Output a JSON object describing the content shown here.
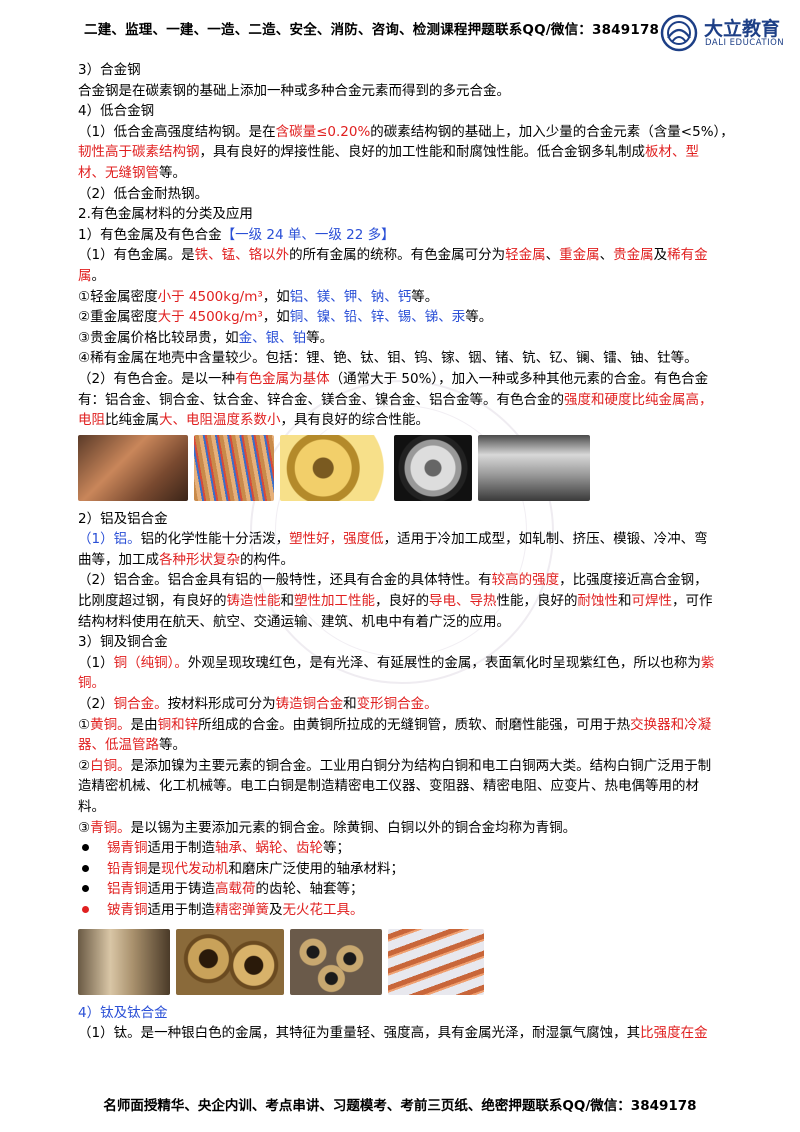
{
  "header": {
    "text": "二建、监理、一建、一造、二造、安全、消防、咨询、检测课程押题联系QQ/微信：3849178",
    "logo_cn": "大立教育",
    "logo_en": "DALI EDUCATION"
  },
  "s3": {
    "title": "3）合金钢",
    "body": "合金钢是在碳素钢的基础上添加一种或多种合金元素而得到的多元合金。"
  },
  "s4": {
    "title": "4）低合金钢",
    "p1a": "（1）低合金高强度结构钢。是在",
    "p1b": "含碳量≤0.20%",
    "p1c": "的碳素结构钢的基础上，加入少量的合金元素（含量<5%），",
    "p1d": "韧性高于碳素结构钢",
    "p1e": "，具有良好的焊接性能、良好的加工性能和耐腐蚀性能。低合金钢多轧制成",
    "p1f": "板材、型",
    "p1g": "材、无缝钢管",
    "p1h": "等。",
    "p2": "（2）低合金耐热钢。"
  },
  "nf": {
    "title": "2.有色金属材料的分类及应用",
    "t1a": "1）有色金属及有色合金",
    "t1b": "【一级 24 单、一级 22 多】",
    "p1a": "（1）有色金属。是",
    "p1b": "铁、锰、铬以外",
    "p1c": "的所有金属的统称。有色金属可分为",
    "p1d": "轻金属",
    "p1e": "、",
    "p1f": "重金属",
    "p1g": "、",
    "p1h": "贵金属",
    "p1i": "及",
    "p1j": "稀有金",
    "p1k": "属",
    "p1l": "。",
    "l1a": "①轻金属密度",
    "l1b": "小于 4500kg/m³",
    "l1c": "，如",
    "l1d": "铝、镁、钾、钠、钙",
    "l1e": "等。",
    "l2a": "②重金属密度",
    "l2b": "大于 4500kg/m³",
    "l2c": "，如",
    "l2d": "铜、镍、铅、锌、锡、锑、汞",
    "l2e": "等。",
    "l3a": "③贵金属价格比较昂贵，如",
    "l3b": "金、银、铂",
    "l3c": "等。",
    "l4": "④稀有金属在地壳中含量较少。包括：锂、铯、钛、钼、钨、镓、铟、锗、钪、钇、镧、镭、铀、钍等。",
    "p2a": "（2）有色合金。是以一种",
    "p2b": "有色金属为基体",
    "p2c": "（通常大于 50%），加入一种或多种其他元素的合金。有色合金",
    "p2d": "有：铝合金、铜合金、钛合金、锌合金、镁合金、镍合金、铝合金等。有色合金的",
    "p2e": "强度和硬度比纯金属高，",
    "p2f": "电阻",
    "p2g": "比纯金属",
    "p2h": "大、电阻温度系数小",
    "p2i": "，具有良好的综合性能。"
  },
  "al": {
    "title": "2）铝及铝合金",
    "p1a": "（1）铝。",
    "p1b": "铝的化学性能十分活泼，",
    "p1c": "塑性好，强度低",
    "p1d": "，适用于冷加工成型，如轧制、挤压、模锻、冷冲、弯",
    "p1e": "曲等，加工成",
    "p1f": "各种形状复杂",
    "p1g": "的构件。",
    "p2a": "（2）铝合金。铝合金具有铝的一般特性，还具有合金的具体特性。有",
    "p2b": "较高的强度",
    "p2c": "，比强度接近高合金钢，",
    "p2d": "比刚度超过钢，有良好的",
    "p2e": "铸造性能",
    "p2f": "和",
    "p2g": "塑性加工性能",
    "p2h": "，良好的",
    "p2i": "导电、导热",
    "p2j": "性能，良好的",
    "p2k": "耐蚀性",
    "p2l": "和",
    "p2m": "可焊性",
    "p2n": "，可作",
    "p2o": "结构材料使用在航天、航空、交通运输、建筑、机电中有着广泛的应用。"
  },
  "cu": {
    "title": "3）铜及铜合金",
    "p1a": "（1）",
    "p1b": "铜（纯铜）。",
    "p1c": "外观呈现玫瑰红色，是有光泽、有延展性的金属，表面氧化时呈现紫红色，所以也称为",
    "p1d": "紫",
    "p1e": "铜。",
    "p2a": "（2）",
    "p2b": "铜合金。",
    "p2c": "按材料形成可分为",
    "p2d": "铸造铜合金",
    "p2e": "和",
    "p2f": "变形铜合金。",
    "h1a": "①",
    "h1b": "黄铜。",
    "h1c": "是由",
    "h1d": "铜和锌",
    "h1e": "所组成的合金。由黄铜所拉成的无缝铜管，质软、耐磨性能强，可用于热",
    "h1f": "交换器和冷凝",
    "h1g": "器、低温管路",
    "h1h": "等。",
    "h2a": "②",
    "h2b": "白铜。",
    "h2c": "是添加镍为主要元素的铜合金。工业用白铜分为结构白铜和电工白铜两大类。结构白铜广泛用于制",
    "h2d": "造精密机械、化工机械等。电工白铜是制造精密电工仪器、变阻器、精密电阻、应变片、热电偶等用的材",
    "h2e": "料。",
    "h3a": "③",
    "h3b": "青铜。",
    "h3c": "是以锡为主要添加元素的铜合金。除黄铜、白铜以外的铜合金均称为青铜。",
    "b1a": "锡青铜",
    "b1b": "适用于制造",
    "b1c": "轴承、蜗轮、齿轮",
    "b1d": "等；",
    "b2a": "铅青铜",
    "b2b": "是",
    "b2c": "现代发动机",
    "b2d": "和磨床广泛使用的轴承材料；",
    "b3a": "铝青铜",
    "b3b": "适用于铸造",
    "b3c": "高载荷",
    "b3d": "的齿轮、轴套等；",
    "b4a": "铍青铜",
    "b4b": "适用于制造",
    "b4c": "精密弹簧",
    "b4d": "及",
    "b4e": "无火花工具。"
  },
  "ti": {
    "title": "4）钛及钛合金",
    "p1a": "（1）钛。是一种银白色的金属，其特征为重量轻、强度高，具有金属光泽，耐湿氯气腐蚀，其",
    "p1b": "比强度在金"
  },
  "footer": {
    "text": "名师面授精华、央企内训、考点串讲、习题模考、考前三页纸、绝密押题联系QQ/微信：3849178"
  },
  "colors": {
    "highlight_red": "#e02020",
    "highlight_blue": "#2a4fd6",
    "brand": "#1d3f86"
  }
}
